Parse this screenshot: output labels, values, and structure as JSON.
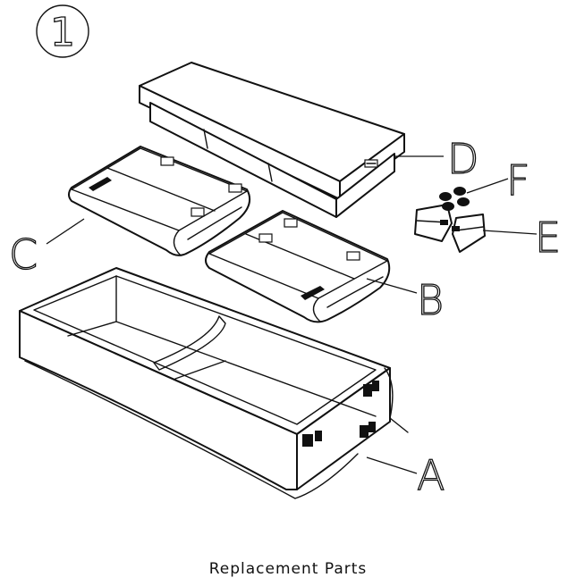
{
  "step_number": "1",
  "caption": "Replacement Parts",
  "labels": {
    "a": "A",
    "b": "B",
    "c": "C",
    "d": "D",
    "e": "E",
    "f": "F"
  }
}
